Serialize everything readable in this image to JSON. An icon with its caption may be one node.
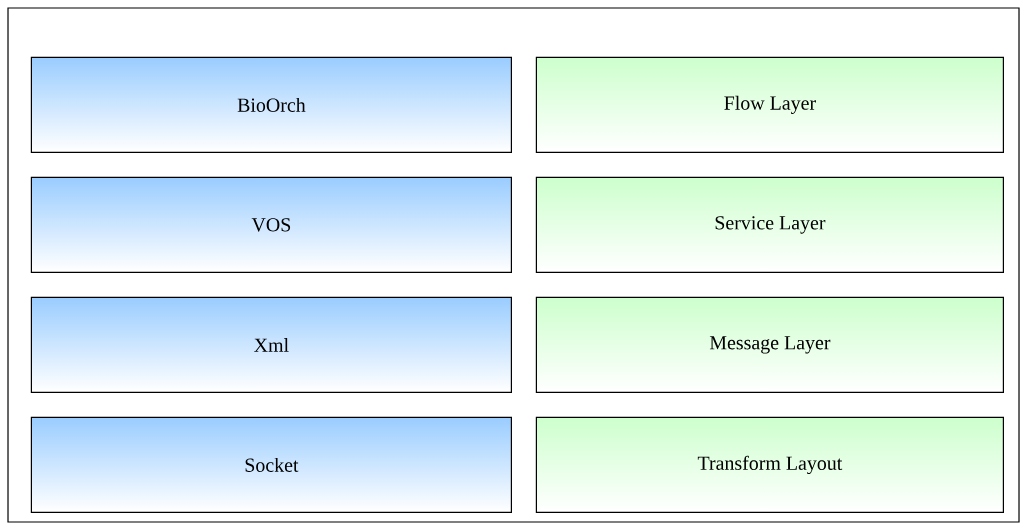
{
  "diagram": {
    "nodes": [
      {
        "text": [],
        "shape": "box"
      },
      {
        "text": [
          "BioOrch"
        ],
        "in": 0
      },
      {
        "text": [
          "Flow Layer"
        ],
        "in": 0
      },
      {
        "text": [
          "VOS"
        ],
        "in": 0
      },
      {
        "text": [
          "Service Layer"
        ],
        "in": 0
      },
      {
        "text": [
          "Xml"
        ],
        "in": 0
      },
      {
        "text": [
          "Message Layer"
        ],
        "in": 0
      },
      {
        "text": [
          "Socket"
        ],
        "in": 0
      },
      {
        "text": [
          "Transform Layout"
        ],
        "in": 0
      }
    ]
  }
}
